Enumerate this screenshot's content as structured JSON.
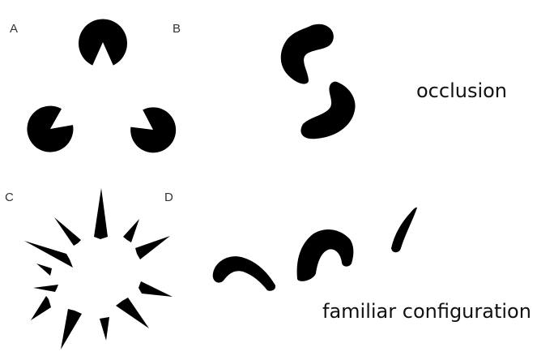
{
  "panels": {
    "a": {
      "letter": "A"
    },
    "b": {
      "letter": "B",
      "caption": "occlusion"
    },
    "c": {
      "letter": "C"
    },
    "d": {
      "letter": "D",
      "caption": "familiar configuration"
    }
  },
  "colors": {
    "ink": "#000000",
    "letters": "#333333",
    "caption": "#111111",
    "background": "#ffffff"
  }
}
